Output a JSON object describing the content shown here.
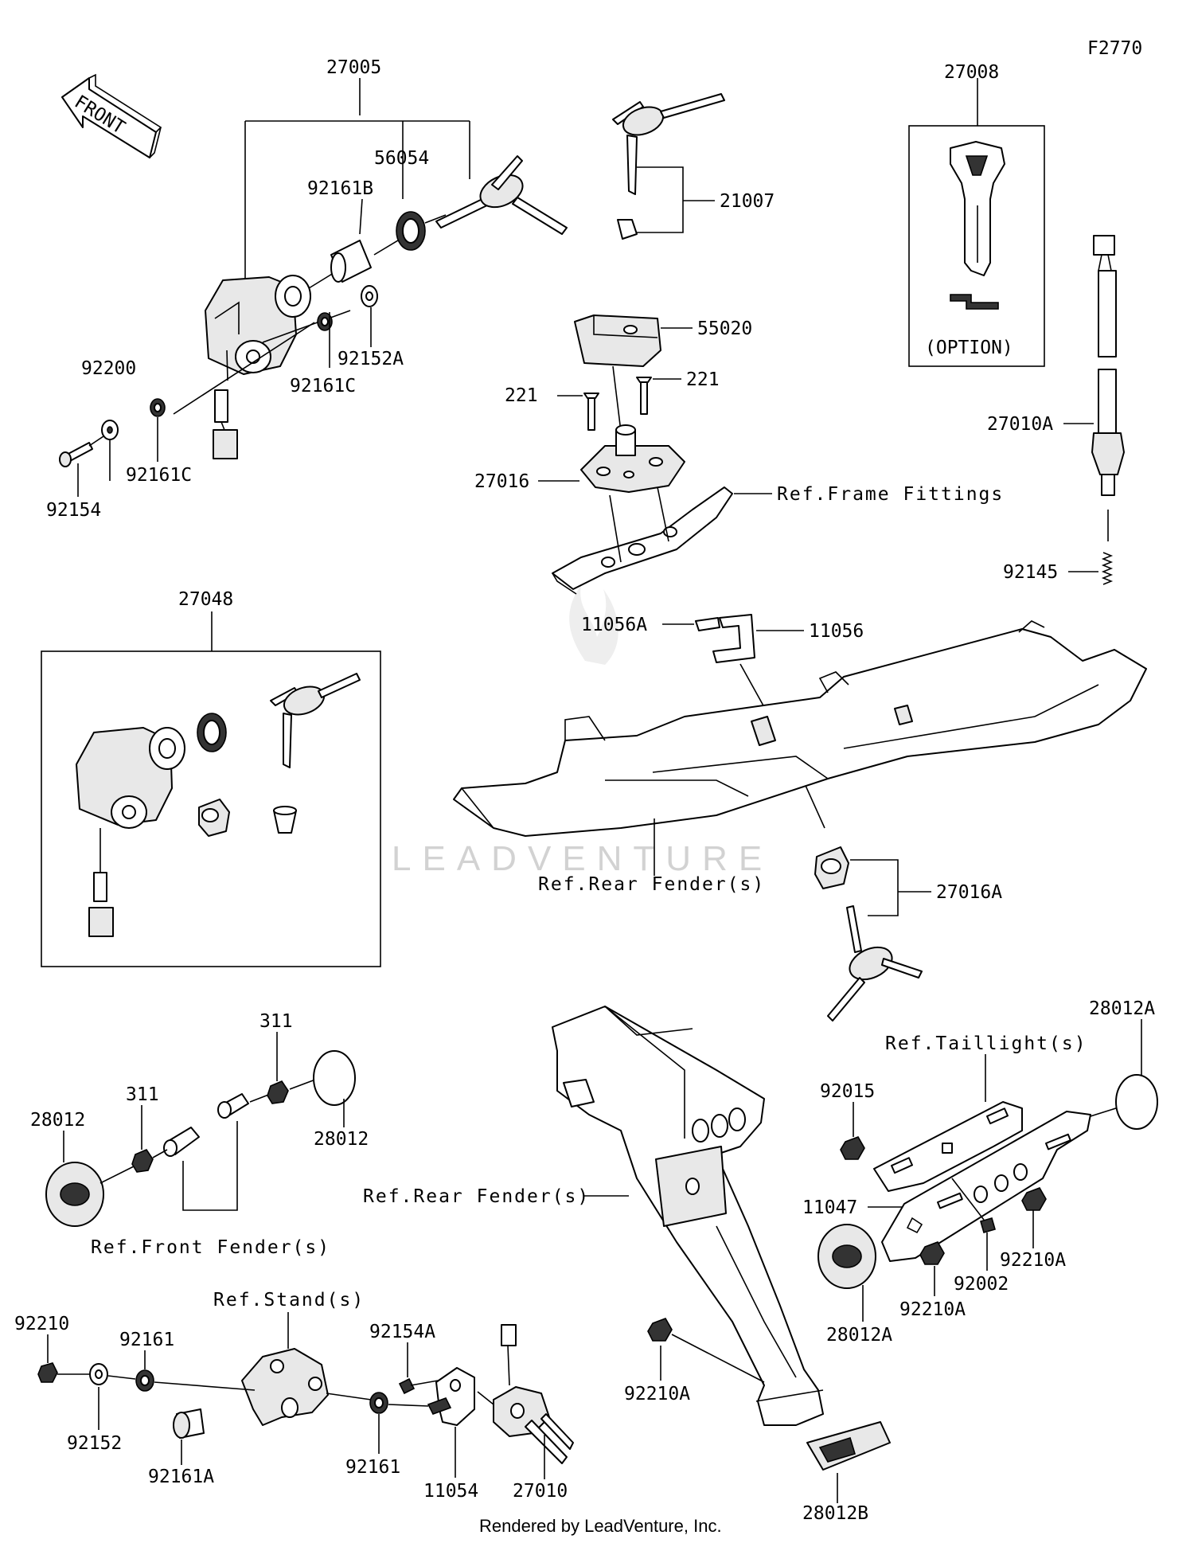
{
  "diagram_code": "F2770",
  "front_label": "FRONT",
  "watermark": "LEADVENTURE",
  "footer": "Rendered by LeadVenture, Inc.",
  "option_label": "(OPTION)",
  "parts": {
    "p27005": "27005",
    "p56054": "56054",
    "p92161B": "92161B",
    "p92152A": "92152A",
    "p92161C_a": "92161C",
    "p92200": "92200",
    "p92161C_b": "92161C",
    "p92154": "92154",
    "p21007": "21007",
    "p55020": "55020",
    "p221_a": "221",
    "p221_b": "221",
    "p27016": "27016",
    "p27008": "27008",
    "p27010A": "27010A",
    "p92145": "92145",
    "p27048": "27048",
    "p11056A": "11056A",
    "p11056": "11056",
    "p27016A": "27016A",
    "p311_a": "311",
    "p311_b": "311",
    "p28012_a": "28012",
    "p28012_b": "28012",
    "p28012A_a": "28012A",
    "p92015": "92015",
    "p11047": "11047",
    "p92002": "92002",
    "p92210A_a": "92210A",
    "p92210A_b": "92210A",
    "p28012A_b": "28012A",
    "p92210": "92210",
    "p92161_a": "92161",
    "p92154A": "92154A",
    "p92152": "92152",
    "p92161A": "92161A",
    "p92161_b": "92161",
    "p11054": "11054",
    "p27010": "27010",
    "p92210A_c": "92210A",
    "p28012B": "28012B"
  },
  "refs": {
    "frame_fittings": "Ref.Frame Fittings",
    "rear_fender_a": "Ref.Rear Fender(s)",
    "rear_fender_b": "Ref.Rear Fender(s)",
    "front_fender": "Ref.Front Fender(s)",
    "taillight": "Ref.Taillight(s)",
    "stand": "Ref.Stand(s)"
  }
}
